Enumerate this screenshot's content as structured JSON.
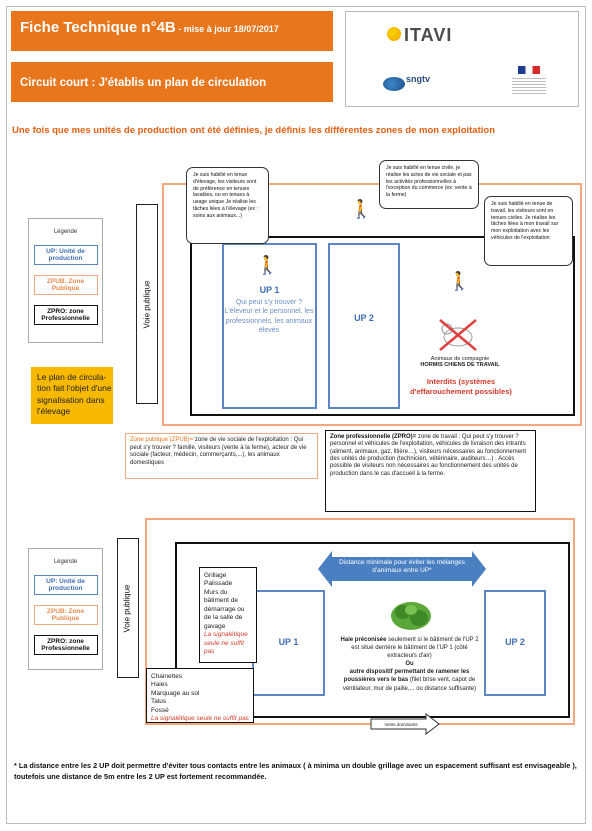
{
  "header": {
    "title": "Fiche Technique n°4B",
    "update": " - mise à jour 18/07/2017",
    "subtitle": "Circuit court : J'établis un plan de circulation"
  },
  "logos": {
    "itavi": "ITAVI",
    "sngtv": "sngtv"
  },
  "intro": "Une fois que mes unités de production ont été définies, je définis les différentes zones de mon exploitation",
  "legend": {
    "title": "Légende",
    "up": "UP: Unité de production",
    "zpub": "ZPUB: Zone Publique",
    "zpro": "ZPRO: zone Professionnelle"
  },
  "voie_publique": "Voie publique",
  "signalisation": "Le plan de circula-tion fait l'objet d'une signalisation dans l'élevage",
  "diagram1": {
    "up1": "UP 1",
    "up1_desc": "Qui peut s'y trouver ? L'éleveur et le personnel, les professionnels, les animaux élevés",
    "up2": "UP 2",
    "callout1": "Je suis habillé en tenue d'élevage, les visiteurs sont de préférence en tenues lavables, ou en tenues à usage unique Je réalise les tâches liées à l'élevage (ex : soins aux animaux...)",
    "callout2": "Je suis habillé en tenue civile, je réalise les actes de vie sociale et pas les activités professionnelles à l'exception du commerce (ex: vente à la ferme)",
    "callout3": "Je suis habillé en tenue de travail, les visiteurs sont en tenues civiles. Je réalise les tâches liées à mon travail sur mon exploitation avec les véhicules de l'exploitation",
    "animals_label": "Animaux de compagnie",
    "animals_bold": "HORMIS CHIENS DE TRAVAIL",
    "interdits": "Interdits (systèmes d'effarouchement possibles)",
    "zpub_def_title": "Zone publique (ZPUB)=",
    "zpub_def": " zone de vie sociale de l'exploitation : Qui peut s'y trouver ? famille, visiteurs (vente à la ferme), acteur de vie sociale (facteur, médecin, commerçants,...), les animaux domestiques",
    "zpro_def_title": "Zone professionnelle (ZPRO)=",
    "zpro_def": " zone de travail : Qui peut s'y trouver ? personnel et véhicules de l'exploitation, véhicules de livraison des intrants (aliment, animaux, gaz, litière…), visiteurs nécessaires au fonctionnement des unités de production (technicien, vétérinaire, auditeurs…) . Accès possible de visiteurs non nécessaires au fonctionnement des unités de production dans le cas d'accueil à la ferme."
  },
  "diagram2": {
    "distance": "Distance minimale pour éviter les mélanges d'animaux entre UP*",
    "up1": "UP 1",
    "up2": "UP 2",
    "grillage": [
      "Grillage",
      "Palissade",
      "Murs du bâtiment de démarrage ou de la salle de gavage"
    ],
    "grillage_note": "La signalétique seule ne suffit pas",
    "haies": [
      "Chainettes",
      "Haies",
      "Marquage au sol",
      "Talus",
      "Fossé"
    ],
    "haies_note": "La signalétique seule ne suffit pas",
    "haie_bold": "Haie préconisée",
    "haie_text": " seulement si le bâtiment de l'UP 2 est situé derrière le bâtiment de l'UP 1 (côté extracteurs d'air)",
    "ou": "Ou",
    "autre_bold": "autre dispositif permettant de ramener les poussières vers le bas",
    "autre_text": " (filet brise vent, capot de ventilateur, mur de paille,... ou distance suffisante)",
    "vents": "Vents dominants"
  },
  "footnote": "* La distance entre les 2 UP doit permettre d'éviter tous contacts entre les animaux ( à minima un double grillage avec un espacement suffisant est envisageable ), toutefois une distance de 5m entre les 2 UP est fortement recommandée."
}
